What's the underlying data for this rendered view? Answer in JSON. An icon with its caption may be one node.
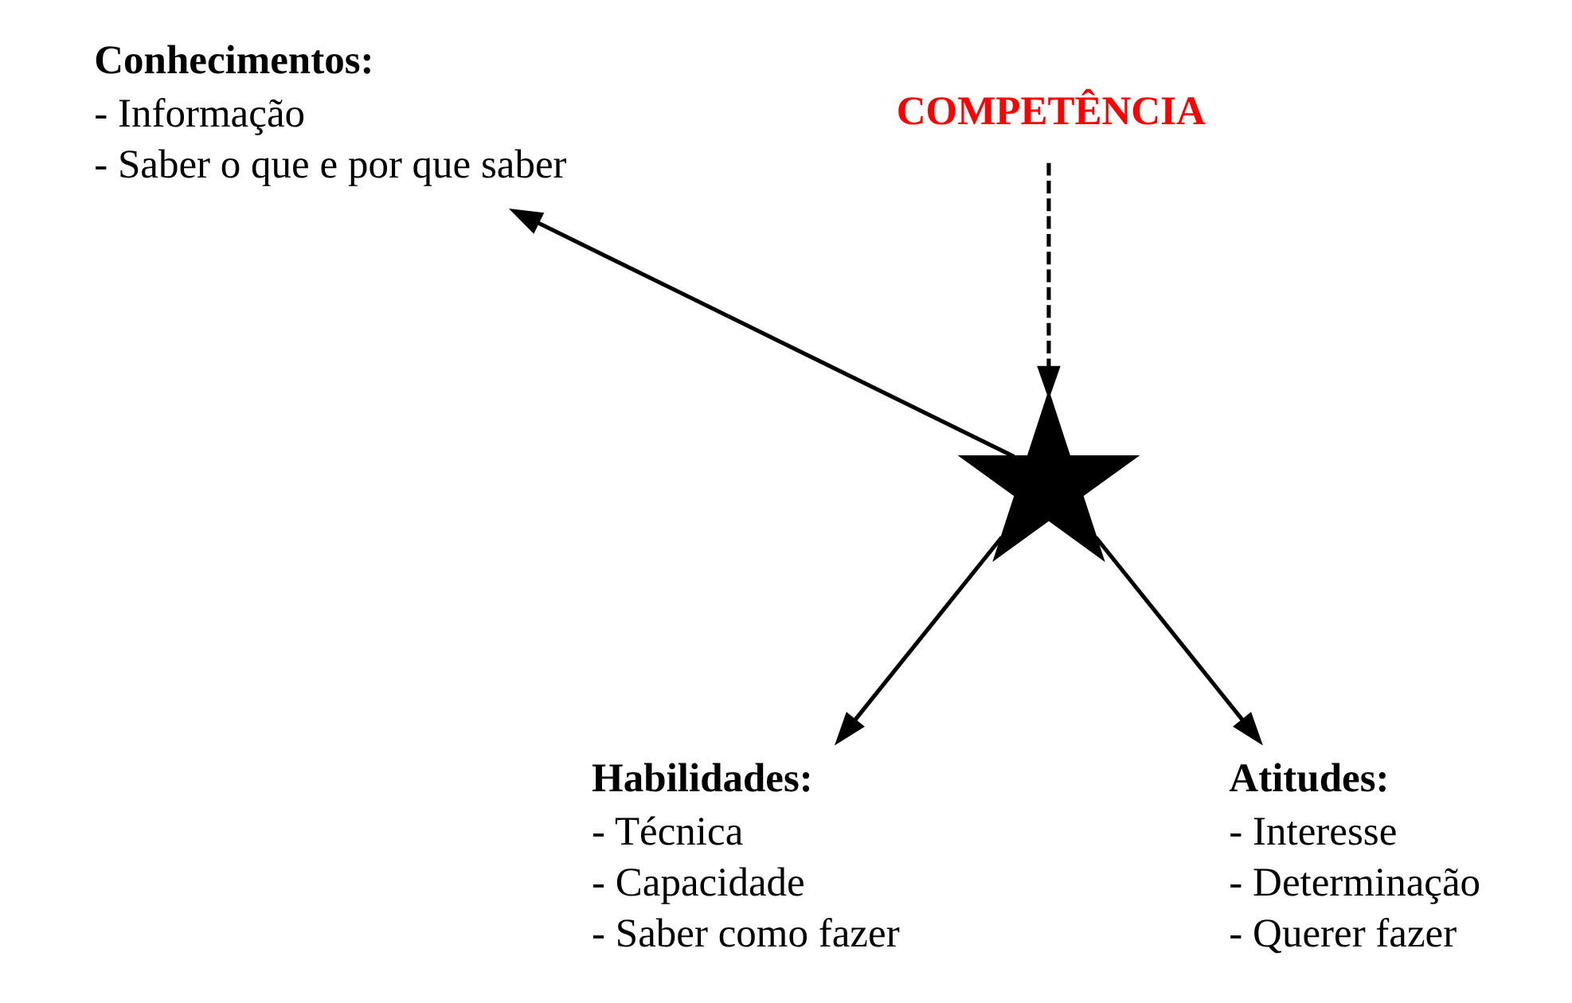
{
  "diagram": {
    "nodes": [
      {
        "text": [],
        "shape": "star"
      },
      {
        "text": [
          "COMPETÊNCIA"
        ]
      },
      {
        "text": [
          "Conhecimentos:",
          "- Informação",
          "- Saber o que e por que saber"
        ]
      },
      {
        "text": [
          "Habilidades:",
          "- Técnica",
          "- Capacidade",
          "- Saber como fazer"
        ]
      },
      {
        "text": [
          "Atitudes:",
          "- Interesse",
          "- Determinação",
          "- Querer fazer"
        ]
      }
    ],
    "edges": [
      {
        "from": 1,
        "to": 0,
        "arrow": "to",
        "style": "dashed"
      },
      {
        "from": 0,
        "to": 2,
        "arrow": "to"
      },
      {
        "from": 0,
        "to": 3,
        "arrow": "to"
      },
      {
        "from": 0,
        "to": 4,
        "arrow": "to"
      }
    ]
  }
}
